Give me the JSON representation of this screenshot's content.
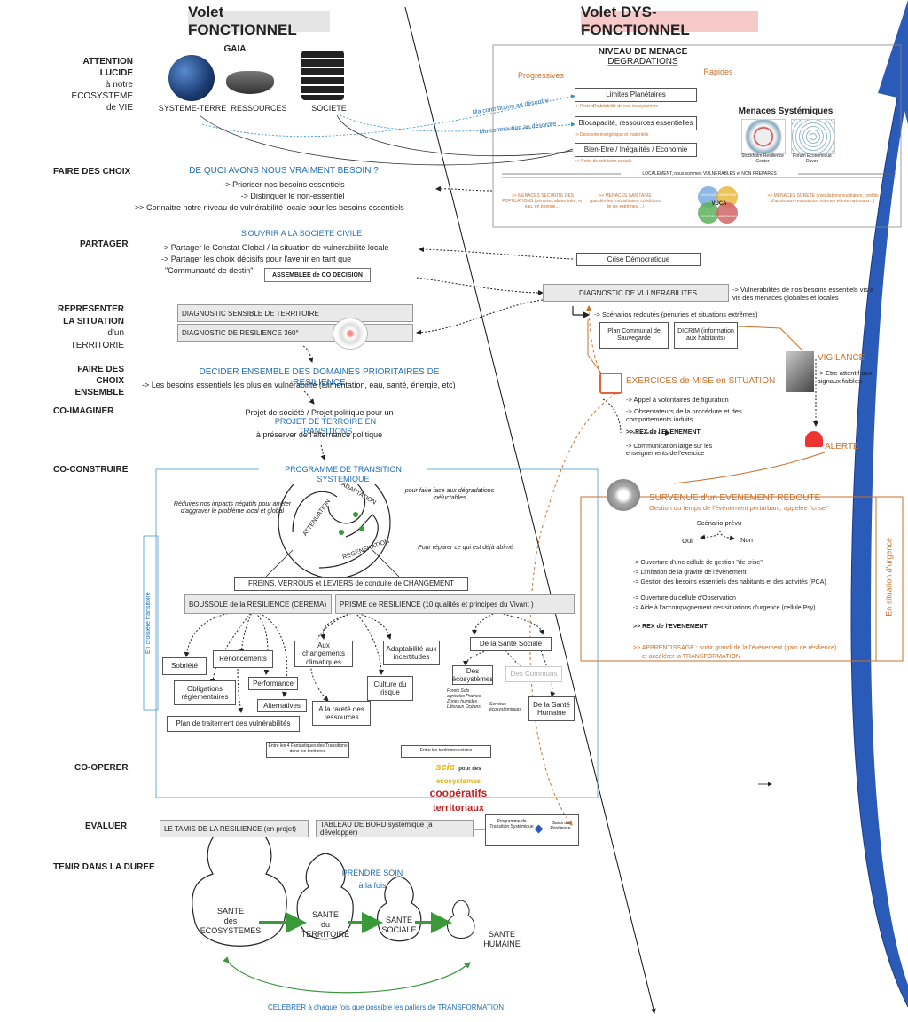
{
  "titles": {
    "left": "Volet FONCTIONNEL",
    "right": "Volet DYS-FONCTIONNEL"
  },
  "steps": [
    {
      "lines": [
        "ATTENTION",
        "LUCIDE"
      ],
      "sub": [
        "à notre",
        "ECOSYSTEME",
        "de VIE"
      ]
    },
    {
      "lines": [
        "FAIRE DES CHOIX"
      ]
    },
    {
      "lines": [
        "PARTAGER"
      ]
    },
    {
      "lines": [
        "REPRESENTER",
        "LA SITUATION",
        "d'un TERRITORIE"
      ]
    },
    {
      "lines": [
        "FAIRE DES CHOIX",
        "ENSEMBLE"
      ]
    },
    {
      "lines": [
        "CO-IMAGINER"
      ]
    },
    {
      "lines": [
        "CO-CONSTRUIRE"
      ]
    },
    {
      "lines": [
        "CO-OPERER"
      ]
    },
    {
      "lines": [
        "EVALUER"
      ]
    },
    {
      "lines": [
        "TENIR DANS LA DUREE"
      ]
    }
  ],
  "gaia": {
    "title": "GAIA",
    "systeme": "SYSTEME-TERRE",
    "ressources": "RESSOURCES",
    "societe": "SOCIETE"
  },
  "menace": {
    "title": "NIVEAU DE MENACE",
    "subtitle": "DEGRADATIONS",
    "progressives": "Progressives",
    "rapides": "Rapides",
    "contrib1": "Ma contribution au désordre",
    "contrib2": "Ma contribution au désordre",
    "limites": "Limites Planétaires",
    "limites_note": "-> Perte d'habitabilité de nos écosystèmes",
    "biocap": "Biocapacité, ressources essentielles",
    "biocap_note": "-> Descente énergétique et matérielle",
    "bienetre": "Bien-Etre / Inégalités / Economie",
    "bienetre_note": ">> Perte de cohésion sociale",
    "systemiques": "Menaces Systémiques",
    "sys_cap1": "Stockholm Resilience Center",
    "sys_cap2": "Forum Economique Davos",
    "localement": "LOCALEMENT, nous sommes VULNERABLES et NON PREPARES",
    "securite": ">> MENACES SECURITE DES POPULATIONS (pénuries alimentaire, en eau, en énergie...)",
    "sanitaire": ">> MENACES SANITAIRE (pandémies, moustiques, conditions de vie extrêmes,...)",
    "surete": ">> MENACES SURETE (installations nucléaires, conflits d'accès aux ressources, internes et internationaux...)",
    "vuca": "VUCA",
    "vuca_v": "VOLATILE",
    "vuca_u": "UNCERTAIN",
    "vuca_c": "COMPLEX",
    "vuca_a": "AMBIGUOUS"
  },
  "choix": {
    "title": "DE QUOI AVONS NOUS VRAIMENT BESOIN  ?",
    "l1": "-> Prioriser nos besoins essentiels",
    "l2": "-> Distinguer le non-essentiel",
    "l3": ">> Connaitre notre niveau de vulnérabilité locale pour les besoins essentiels"
  },
  "partager": {
    "title": "S'OUVRIR A LA SOCIETE CIVILE",
    "l1": "-> Partager le  Constat Global / la situation de vulnérabilité locale",
    "l2": "-> Partager les choix décisifs pour l'avenir en tant que",
    "l3": "\"Communauté de destin\"",
    "assemblee": "ASSEMBLEE de CO DECISION",
    "crise": "Crise Démocratique"
  },
  "diag": {
    "sensible": "DIAGNOSTIC SENSIBLE DE TERRITOIRE",
    "resilience": "DIAGNOSTIC DE RESILIENCE 360°",
    "vuln": "DIAGNOSTIC DE VULNERABILITES",
    "vuln_note": "-> Vulnérabilités  de nos besoins essentiels vis à vis des menaces globales et locales",
    "scenarios": "-> Scénarios  redoutés  (pénuries et situations extrêmes)",
    "pcs": "Plan Communal de Sauvegarde",
    "dicrim": "DICRIM (information aux habitants)",
    "vigilance": "VIGILANCE",
    "vigilance_note": "-> Etre attentif aux signaux faibles",
    "exercices": "EXERCICES de MISE en SITUATION",
    "ex1": "->   Appel à volontaires de figuration",
    "ex2": "->   Observateurs de la procédure et des comportements induits",
    "rex": ">>   REX de l'EVENEMENT",
    "rex_note": "->   Communication large sur les enseignements de l'exercice",
    "alerte": "ALERTE"
  },
  "decider": {
    "title": "DECIDER ENSEMBLE DES DOMAINES  PRIORITAIRES DE RESILIENCE",
    "l1": "-> Les besoins essentiels les plus en vulnérabilité (alimentation, eau, santé, énergie, etc)"
  },
  "imaginer": {
    "l1": "Projet de société / Projet politique    pour un",
    "l2": "PROJET DE TERROIRE EN TRANSITIONS",
    "l3": "à préserver de l'alternance politique"
  },
  "programme": {
    "title": "PROGRAMME DE TRANSITION SYSTEMIQUE",
    "reduire": "Réduires nos impacts négatifs pour arrêter d'aggraver le problème local et global",
    "faire_face": "pour faire face aux dégradations inéluctables",
    "reparer": "Pour réparer ce qui est déjà abîmé",
    "adaptation": "ADAPTATION",
    "attenuation": "ATTENUATION",
    "regeneration": "REGENERATION",
    "freins": "FREINS, VERROUS et LEVIERS de conduite de CHANGEMENT",
    "boussole": "BOUSSOLE de la RESILIENCE (CEREMA)",
    "prisme": "PRISME de RESILIENCE (10 qualités et principes du Vivant )",
    "croisiere": "En croisière transitoire",
    "sobriete": "Sobriété",
    "renoncements": "Renoncements",
    "obligations": "Obligations réglementaires",
    "performance": "Performance",
    "alternatives": "Alternatives",
    "plan": "Plan de traitement des vulnérabilités",
    "changements": "Aux changements climatiques",
    "adaptabilite": "Adaptabilité aux incertitudes",
    "culture": "Culture du risque",
    "rarete": "A la rareté des ressources",
    "sante_sociale": "De la Santé Sociale",
    "ecosystemes": "Des écosystèmes",
    "communs": "Des Communs",
    "sante_humaine": "De la Santé Humaine",
    "eco_list": "Forets Sols agricoles Prairies Zones humides Littoraux Océans",
    "services": "Services écosystémiques"
  },
  "cooperer": {
    "fantastiques": "Entre les 4 Fantastiques des Transitions dans les territoires",
    "voisins": "Entre les territoires voisins",
    "scic1": "scic",
    "scic2": "pour des",
    "scic3": "ecosystemes",
    "scic4": "coopératifs",
    "scic5": "territoriaux"
  },
  "evaluer": {
    "tamis": "LE TAMIS DE LA RESILIENCE (en projet)",
    "tableau": "TABLEAU DE BORD  systémique (à développer)",
    "programme": "Programme de Transition Systémique",
    "gains": "Gains de Résilience"
  },
  "survenue": {
    "title": "SURVENUE d'un EVENEMENT REDOUTE",
    "sub": "Gestion du temps de l'évènement perturbant, appelée  \"crise\"",
    "scenario": "Scénario prévu",
    "oui": "Oui",
    "non": "Non",
    "c1": "-> Ouverture d'une cellule de gestion \"de crise\"",
    "c2": "->  Limitation de la gravité de l'évènement",
    "c3": "->  Gestion des besoins essentiels des habitants et des activités (PCA)",
    "c4": "->  Ouverture du cellule d'Observation",
    "c5": "->  Aide à l'accompagnement des situations d'urgence  (cellule Psy)",
    "rex": ">>   REX de l'EVENEMENT",
    "app1": ">> APPRENTISSAGE : sortir grandi de la l'évènement  (gain de résilience)",
    "app2": "et accélérer la TRANSFORMATION",
    "urgence": "En situation d'urgence"
  },
  "soin": {
    "title": "PRENDRE SOIN",
    "sub": "à la fois",
    "d1": [
      "SANTE",
      "des",
      "ECOSYSTEMES"
    ],
    "d2": [
      "SANTE",
      "du",
      "TERRITOIRE"
    ],
    "d3": [
      "SANTE",
      "SOCIALE"
    ],
    "d4": [
      "SANTE",
      "HUMAINE"
    ],
    "celebrer": "CELEBRER à chaque fois que possible les paliers de TRANSFORMATION"
  },
  "colors": {
    "blue": "#1f6fb4",
    "orange": "#c8702a",
    "green": "#3a9a3a",
    "arrowBlue": "#2a5bb8"
  }
}
